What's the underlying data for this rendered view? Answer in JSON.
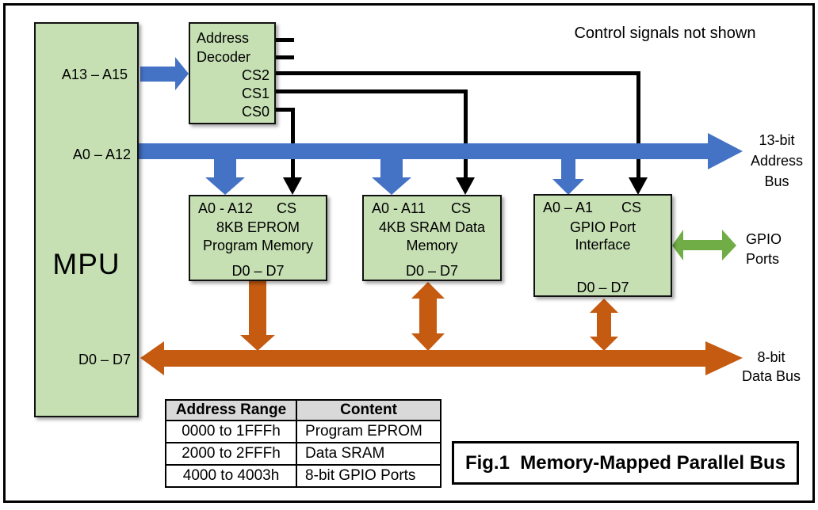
{
  "control_note": "Control signals not shown",
  "mpu": {
    "title": "MPU",
    "a13_a15": "A13 – A15",
    "a0_a12": "A0 – A12",
    "d0_d7": "D0 – D7"
  },
  "decoder": {
    "name_line1": "Address",
    "name_line2": "Decoder",
    "cs2": "CS2",
    "cs1": "CS1",
    "cs0": "CS0"
  },
  "blocks": {
    "eprom": {
      "addr": "A0 - A12",
      "cs": "CS",
      "name_line1": "8KB EPROM",
      "name_line2": "Program Memory",
      "data": "D0 – D7"
    },
    "sram": {
      "addr": "A0 - A11",
      "cs": "CS",
      "name_line1": "4KB SRAM Data",
      "name_line2": "Memory",
      "data": "D0 – D7"
    },
    "gpio": {
      "addr": "A0 – A1",
      "cs": "CS",
      "name_line1": "GPIO Port",
      "name_line2": "Interface",
      "data": "D0 – D7"
    }
  },
  "buses": {
    "address": {
      "label_lines": [
        "13-bit",
        "Address",
        "Bus"
      ]
    },
    "data": {
      "label_lines": [
        "8-bit",
        "Data Bus"
      ]
    },
    "gpio": {
      "label_lines": [
        "GPIO",
        "Ports"
      ]
    }
  },
  "table": {
    "headers": [
      "Address Range",
      "Content"
    ],
    "rows": [
      [
        "0000 to 1FFFh",
        "Program EPROM"
      ],
      [
        "2000 to 2FFFh",
        "Data SRAM"
      ],
      [
        "4000 to 4003h",
        "8-bit GPIO Ports"
      ]
    ]
  },
  "caption": "Fig.1  Memory-Mapped Parallel Bus",
  "colors": {
    "block_fill": "#c6e0b4",
    "address_bus": "#4472c4",
    "data_bus": "#c55a11",
    "gpio_arrow": "#70ad47",
    "cs_line": "#000000",
    "table_header_bg": "#d9d9d9"
  }
}
